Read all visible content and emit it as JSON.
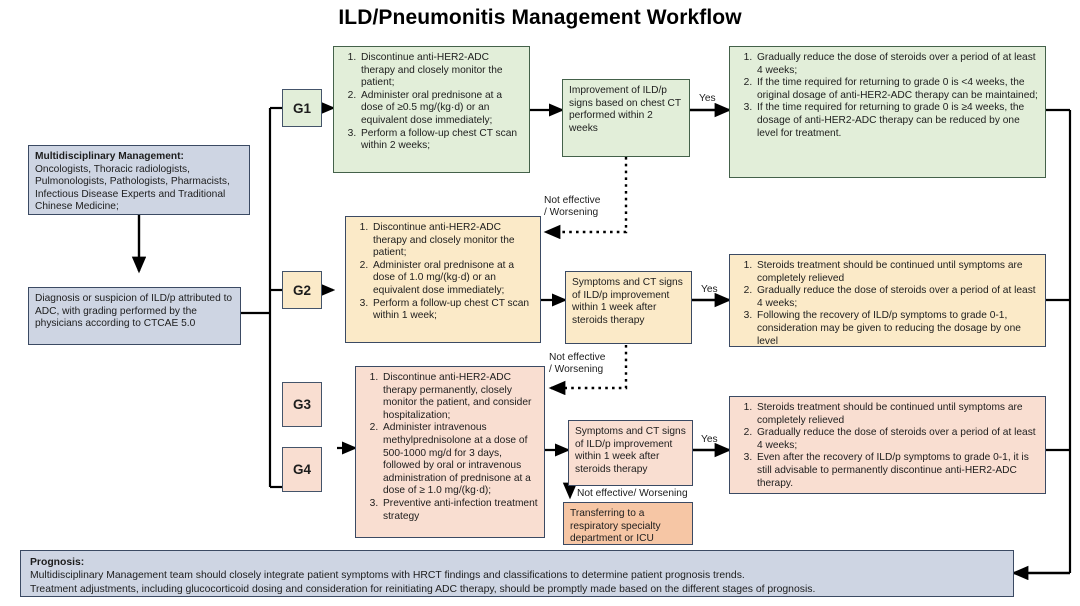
{
  "page": {
    "title": "ILD/Pneumonitis Management Workflow"
  },
  "colors": {
    "blue": "#ced5e3",
    "green": "#e2eed9",
    "yellow": "#fbeac8",
    "pink": "#f9ded1",
    "orange": "#f6c6a5",
    "border": "#3b4a63",
    "green_border": "#44614a"
  },
  "intake": {
    "mdt": {
      "heading": "Multidisciplinary Management:",
      "body": "Oncologists, Thoracic radiologists, Pulmonologists, Pathologists, Pharmacists, Infectious Disease Experts and Traditional Chinese Medicine;"
    },
    "diagnosis": {
      "body": "Diagnosis or suspicion of ILD/p attributed to ADC, with grading performed by the physicians according to CTCAE 5.0"
    }
  },
  "grades": {
    "g1": "G1",
    "g2": "G2",
    "g3": "G3",
    "g4": "G4"
  },
  "rows": {
    "g1": {
      "treatment": [
        "Discontinue anti-HER2-ADC therapy and closely monitor the patient;",
        "Administer oral prednisone at a dose of ≥0.5 mg/(kg·d) or an equivalent dose immediately;",
        "Perform a follow-up chest CT scan within 2 weeks;"
      ],
      "decision": "Improvement of ILD/p signs based on chest CT performed within 2 weeks",
      "yes_label": "Yes",
      "fail_label": "Not effective / Worsening",
      "outcome": [
        "Gradually reduce the dose of steroids over a period of at least 4 weeks;",
        "If the time required for returning to grade 0 is <4 weeks, the original dosage of anti-HER2-ADC therapy can be maintained;",
        "If the time required for returning to grade 0 is ≥4 weeks, the dosage of anti-HER2-ADC therapy can be reduced by one level for treatment."
      ]
    },
    "g2": {
      "treatment": [
        "Discontinue anti-HER2-ADC therapy and closely monitor the patient;",
        "Administer oral prednisone at a dose of 1.0 mg/(kg·d) or an equivalent dose immediately;",
        "Perform a follow-up chest CT scan within 1 week;"
      ],
      "decision": "Symptoms and CT signs of ILD/p improvement within 1 week after steroids therapy",
      "yes_label": "Yes",
      "fail_label": "Not effective / Worsening",
      "outcome": [
        "Steroids treatment should be continued until symptoms are completely relieved",
        "Gradually reduce the dose of steroids over a period of at least 4 weeks;",
        "Following the recovery of ILD/p symptoms to grade 0-1, consideration may be given to reducing the dosage by one level"
      ]
    },
    "g34": {
      "treatment": [
        "Discontinue anti-HER2-ADC therapy permanently, closely monitor the patient, and consider hospitalization;",
        "Administer intravenous methylprednisolone at a dose of 500-1000 mg/d for 3 days, followed by oral or intravenous administration of prednisone at a dose of ≥ 1.0 mg/(kg·d);",
        "Preventive anti-infection treatment strategy"
      ],
      "decision": "Symptoms and CT signs of ILD/p improvement within 1 week after steroids therapy",
      "yes_label": "Yes",
      "fail_label": "Not effective/ Worsening",
      "escalation": "Transferring to a respiratory specialty department or ICU",
      "outcome": [
        "Steroids treatment should be continued until symptoms are completely relieved",
        "Gradually reduce the dose of steroids over a period of at least 4 weeks;",
        "Even after the recovery of ILD/p symptoms to grade 0-1, it is still advisable to permanently discontinue anti-HER2-ADC therapy."
      ]
    }
  },
  "prognosis": {
    "heading": "Prognosis:",
    "line1": "Multidisciplinary Management team should closely integrate patient symptoms with HRCT findings and classifications to determine patient prognosis trends.",
    "line2": "Treatment adjustments, including glucocorticoid dosing and consideration for reinitiating ADC therapy, should be promptly made based on the different stages of prognosis."
  }
}
